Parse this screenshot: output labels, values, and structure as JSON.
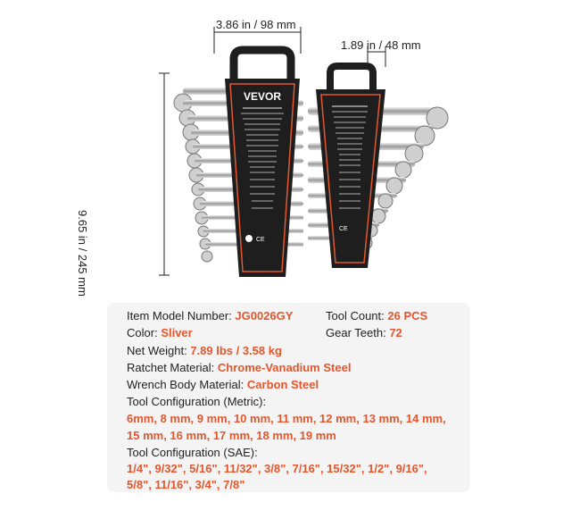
{
  "dimensions": {
    "width_top": "3.86 in / 98 mm",
    "width_small": "1.89 in / 48 mm",
    "height": "9.65 in / 245 mm"
  },
  "rack": {
    "brand": "VEVOR"
  },
  "specs": {
    "item_model_label": "Item Model Number:",
    "item_model_value": "JG0026GY",
    "tool_count_label": "Tool Count:",
    "tool_count_value": "26 PCS",
    "color_label": "Color:",
    "color_value": "Sliver",
    "gear_teeth_label": "Gear Teeth:",
    "gear_teeth_value": "72",
    "net_weight_label": "Net Weight:",
    "net_weight_value": "7.89 lbs / 3.58 kg",
    "ratchet_material_label": "Ratchet Material:",
    "ratchet_material_value": "Chrome-Vanadium Steel",
    "body_material_label": "Wrench Body Material:",
    "body_material_value": "Carbon Steel",
    "metric_label": "Tool Configuration (Metric):",
    "metric_line1": "6mm, 8 mm, 9 mm, 10 mm, 11 mm, 12 mm, 13 mm, 14 mm,",
    "metric_line2": "15 mm, 16 mm, 17 mm, 18 mm, 19 mm",
    "sae_label": "Tool Configuration (SAE):",
    "sae_line1": "1/4\", 9/32\", 5/16\", 11/32\", 3/8\", 7/16\", 15/32\", 1/2\", 9/16\",",
    "sae_line2": "5/8\", 11/16\", 3/4\", 7/8\""
  },
  "colors": {
    "accent": "#e4572e",
    "rack": "#1e1e1e",
    "rack_stripe": "#e4572e",
    "panel": "#f4f4f4"
  }
}
